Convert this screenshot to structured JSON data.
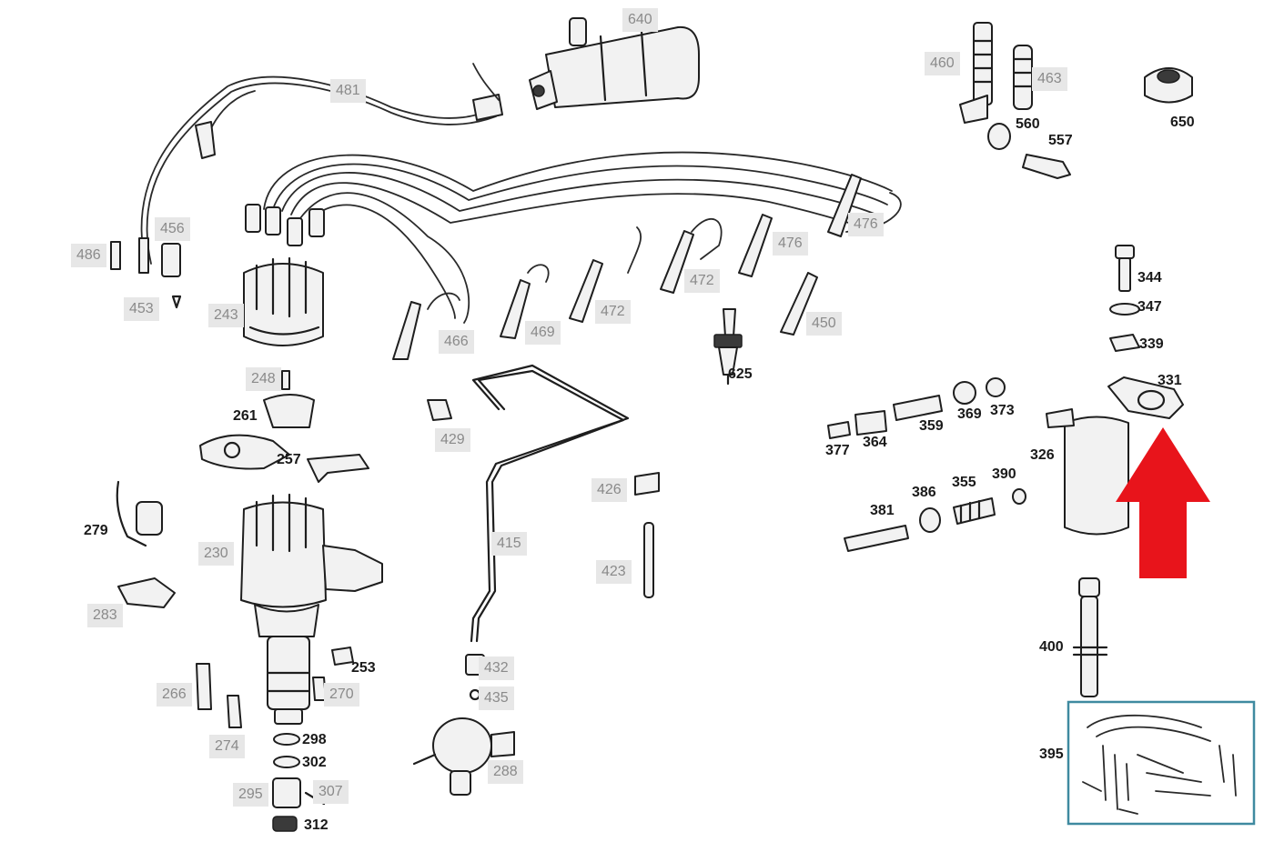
{
  "colors": {
    "arrow": "#e8141b",
    "inset_border": "#3f8aa0",
    "label_bg": "#e7e7e7",
    "label_text": "#8a8a8a"
  },
  "labels": {
    "p640": "640",
    "p481": "481",
    "p460": "460",
    "p463": "463",
    "p650": "650",
    "p560": "560",
    "p557": "557",
    "p456": "456",
    "p486": "486",
    "p453": "453",
    "p243": "243",
    "p476a": "476",
    "p476b": "476",
    "p472a": "472",
    "p472b": "472",
    "p469": "469",
    "p466": "466",
    "p450": "450",
    "p625": "625",
    "p344": "344",
    "p347": "347",
    "p339": "339",
    "p331": "331",
    "p248": "248",
    "p261": "261",
    "p257": "257",
    "p429": "429",
    "p359": "359",
    "p369": "369",
    "p373": "373",
    "p377": "377",
    "p364": "364",
    "p326": "326",
    "p279": "279",
    "p426": "426",
    "p386": "386",
    "p355": "355",
    "p390": "390",
    "p381": "381",
    "p230": "230",
    "p415": "415",
    "p423": "423",
    "p283": "283",
    "p400": "400",
    "p253": "253",
    "p432": "432",
    "p266": "266",
    "p270": "270",
    "p435": "435",
    "p395": "395",
    "p274": "274",
    "p298": "298",
    "p302": "302",
    "p288": "288",
    "p295": "295",
    "p307": "307",
    "p312": "312"
  }
}
